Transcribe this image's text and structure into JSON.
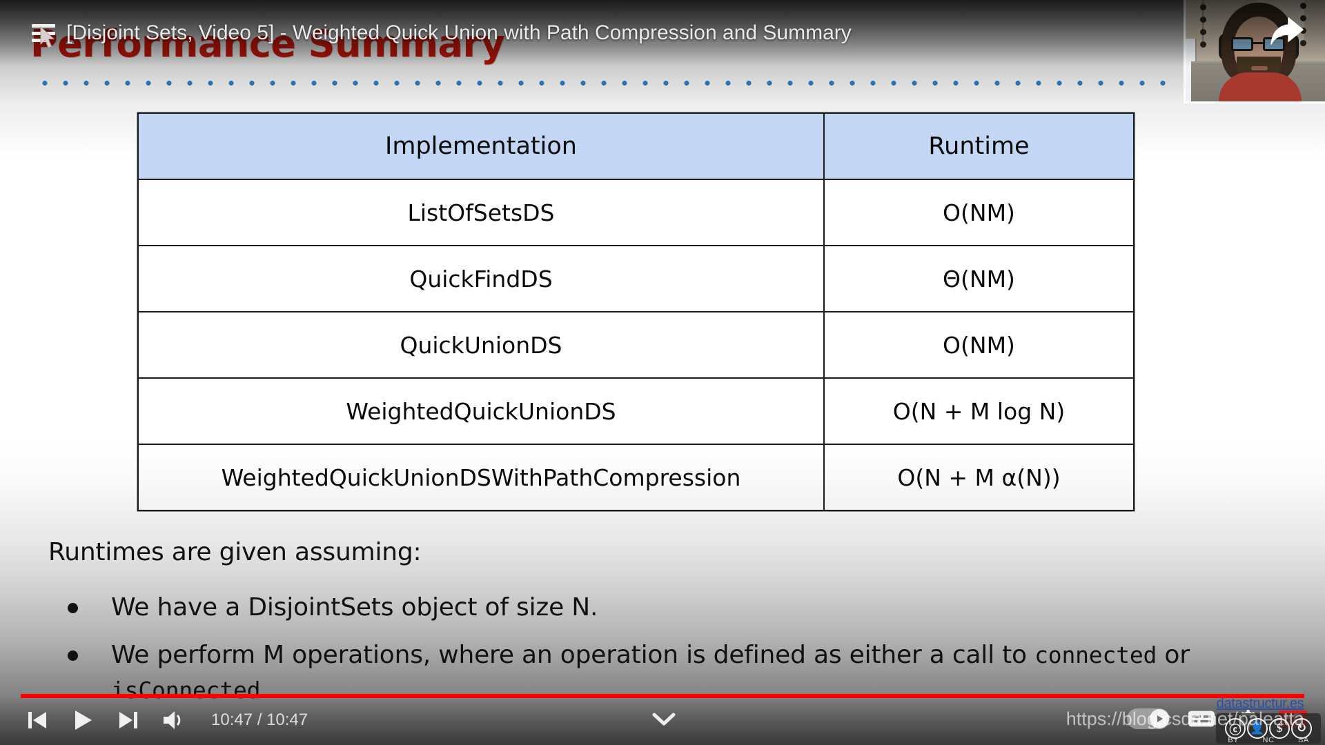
{
  "player": {
    "video_title": "[Disjoint Sets, Video 5] - Weighted Quick Union with Path Compression and Summary",
    "menu_icon": "hamburger-menu-icon",
    "share_icon": "share-arrow-icon",
    "time_display": "10:47 / 10:47",
    "elapsed": "10:47",
    "duration": "10:47",
    "progress_percent": 100,
    "progress_color": "#ff0000",
    "previous_icon": "previous-track-icon",
    "play_icon": "play-icon",
    "next_icon": "next-track-icon",
    "volume_icon": "volume-icon",
    "chevron_icon": "chevron-down-icon",
    "autoplay_icon": "autoplay-toggle-icon",
    "captions_icon": "closed-captions-icon",
    "settings_icon": "gear-icon",
    "hd_badge": "HD"
  },
  "branding": {
    "site_link": "datastructur.es",
    "license": "Creative Commons BY-NC-SA",
    "cc_marks": [
      "CC",
      "BY",
      "NC",
      "SA"
    ],
    "cc_labels": [
      "BY",
      "NC",
      "SA"
    ],
    "link_color": "#2b4ea8"
  },
  "watermark": {
    "text": "https://blog.csdn.net/paleatta"
  },
  "slide": {
    "title": "Performance Summary",
    "title_color": "#9e1208",
    "divider_color": "#2a71b3",
    "header_fill": "#c3d6f4",
    "table": {
      "columns": [
        "Implementation",
        "Runtime"
      ],
      "rows": [
        {
          "implementation": "ListOfSetsDS",
          "runtime": "O(NM)"
        },
        {
          "implementation": "QuickFindDS",
          "runtime": "Θ(NM)"
        },
        {
          "implementation": "QuickUnionDS",
          "runtime": "O(NM)"
        },
        {
          "implementation": "WeightedQuickUnionDS",
          "runtime": "O(N + M log N)"
        },
        {
          "implementation": "WeightedQuickUnionDSWithPathCompression",
          "runtime": "O(N + M α(N))"
        }
      ]
    },
    "intro_line": "Runtimes are given assuming:",
    "bullets": [
      {
        "prefix": "We have a DisjointSets object of size N.",
        "mono": "",
        "suffix": ""
      },
      {
        "prefix": "We perform M operations, where an operation is defined as either a call to ",
        "mono": "connected",
        "mid": " or ",
        "mono2": "isConnected",
        "suffix": "."
      }
    ]
  }
}
